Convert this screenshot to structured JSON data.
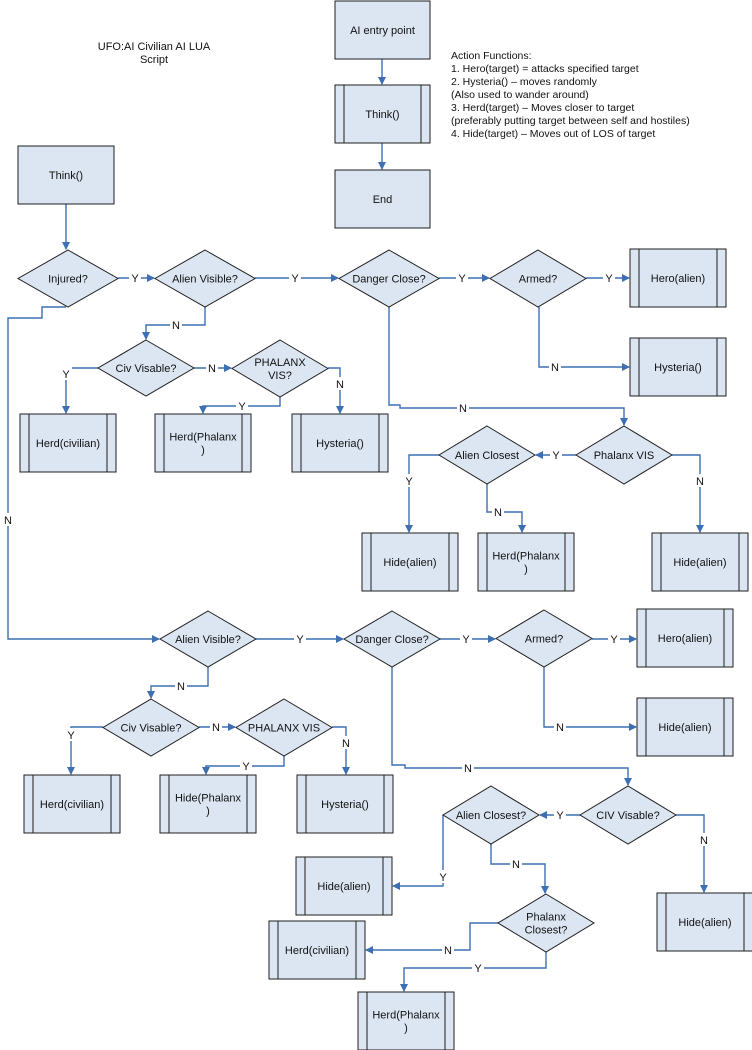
{
  "title": [
    "UFO:AI Civilian AI  LUA",
    "Script"
  ],
  "legend": [
    "Action Functions:",
    "1. Hero(target) = attacks specified target",
    "2. Hysteria() –  moves randomly",
    "(Also used to wander around)",
    "3. Herd(target) – Moves closer to target",
    "(preferably putting target between self and hostiles)",
    "",
    "4. Hide(target) – Moves out of LOS of target"
  ],
  "colors": {
    "fill": "#dce6f2",
    "stroke": "#1f1f1f",
    "arrow": "#3d6fb2"
  },
  "nodes": {
    "entry": {
      "shape": "rect",
      "label": [
        "AI entry point"
      ]
    },
    "think_top": {
      "shape": "process",
      "label": [
        "Think()"
      ]
    },
    "end": {
      "shape": "rect",
      "label": [
        "End"
      ]
    },
    "think_left": {
      "shape": "rect",
      "label": [
        "Think()"
      ]
    },
    "injured": {
      "shape": "diamond",
      "label": [
        "Injured?"
      ]
    },
    "alien_vis_1": {
      "shape": "diamond",
      "label": [
        "Alien Visible?"
      ]
    },
    "danger_1": {
      "shape": "diamond",
      "label": [
        "Danger Close?"
      ]
    },
    "armed_1": {
      "shape": "diamond",
      "label": [
        "Armed?"
      ]
    },
    "hero_1": {
      "shape": "process",
      "label": [
        "Hero(alien)"
      ]
    },
    "hysteria_1": {
      "shape": "process",
      "label": [
        "Hysteria()"
      ]
    },
    "civ_vis_1": {
      "shape": "diamond",
      "label": [
        "Civ Visable?"
      ]
    },
    "phalanx_vis_1": {
      "shape": "diamond",
      "label": [
        "PHALANX",
        "VIS?"
      ]
    },
    "herd_civ_1": {
      "shape": "process",
      "label": [
        "Herd(civilian)"
      ]
    },
    "herd_phalanx_1": {
      "shape": "process",
      "label": [
        "Herd(Phalanx",
        ")"
      ]
    },
    "hysteria_2": {
      "shape": "process",
      "label": [
        "Hysteria()"
      ]
    },
    "phalanx_vis_2": {
      "shape": "diamond",
      "label": [
        "Phalanx  VIS"
      ]
    },
    "alien_closest_1": {
      "shape": "diamond",
      "label": [
        "Alien Closest"
      ]
    },
    "hide_alien_1": {
      "shape": "process",
      "label": [
        "Hide(alien)"
      ]
    },
    "herd_phalanx_2": {
      "shape": "process",
      "label": [
        "Herd(Phalanx",
        ")"
      ]
    },
    "hide_alien_2": {
      "shape": "process",
      "label": [
        "Hide(alien)"
      ]
    },
    "alien_vis_2": {
      "shape": "diamond",
      "label": [
        "Alien Visible?"
      ]
    },
    "danger_2": {
      "shape": "diamond",
      "label": [
        "Danger Close?"
      ]
    },
    "armed_2": {
      "shape": "diamond",
      "label": [
        "Armed?"
      ]
    },
    "hero_2": {
      "shape": "process",
      "label": [
        "Hero(alien)"
      ]
    },
    "hide_alien_3": {
      "shape": "process",
      "label": [
        "Hide(alien)"
      ]
    },
    "civ_vis_2": {
      "shape": "diamond",
      "label": [
        "Civ Visable?"
      ]
    },
    "phalanx_vis_3": {
      "shape": "diamond",
      "label": [
        "PHALANX VIS"
      ]
    },
    "herd_civ_2": {
      "shape": "process",
      "label": [
        "Herd(civilian)"
      ]
    },
    "hide_phalanx": {
      "shape": "process",
      "label": [
        "Hide(Phalanx",
        ")"
      ]
    },
    "hysteria_3": {
      "shape": "process",
      "label": [
        "Hysteria()"
      ]
    },
    "civ_vis_3": {
      "shape": "diamond",
      "label": [
        "CIV  Visable?"
      ]
    },
    "alien_closest_2": {
      "shape": "diamond",
      "label": [
        "Alien Closest?"
      ]
    },
    "hide_alien_4": {
      "shape": "process",
      "label": [
        "Hide(alien)"
      ]
    },
    "hide_alien_5": {
      "shape": "process",
      "label": [
        "Hide(alien)"
      ]
    },
    "phalanx_closest": {
      "shape": "diamond",
      "label": [
        "Phalanx",
        "Closest?"
      ]
    },
    "herd_civ_3": {
      "shape": "process",
      "label": [
        "Herd(civilian)"
      ]
    },
    "herd_phalanx_3": {
      "shape": "process",
      "label": [
        "Herd(Phalanx",
        ")"
      ]
    }
  },
  "edges": [
    {
      "from": "entry",
      "to": "think_top",
      "label": ""
    },
    {
      "from": "think_top",
      "to": "end",
      "label": ""
    },
    {
      "from": "think_left",
      "to": "injured",
      "label": ""
    },
    {
      "from": "injured",
      "to": "alien_vis_1",
      "label": "Y"
    },
    {
      "from": "alien_vis_1",
      "to": "danger_1",
      "label": "Y"
    },
    {
      "from": "danger_1",
      "to": "armed_1",
      "label": "Y"
    },
    {
      "from": "armed_1",
      "to": "hero_1",
      "label": "Y"
    },
    {
      "from": "armed_1",
      "to": "hysteria_1",
      "label": "N"
    },
    {
      "from": "alien_vis_1",
      "to": "civ_vis_1",
      "label": "N"
    },
    {
      "from": "civ_vis_1",
      "to": "herd_civ_1",
      "label": "Y"
    },
    {
      "from": "civ_vis_1",
      "to": "phalanx_vis_1",
      "label": "N"
    },
    {
      "from": "phalanx_vis_1",
      "to": "herd_phalanx_1",
      "label": "Y"
    },
    {
      "from": "phalanx_vis_1",
      "to": "hysteria_2",
      "label": "N"
    },
    {
      "from": "danger_1",
      "to": "phalanx_vis_2",
      "label": "N"
    },
    {
      "from": "phalanx_vis_2",
      "to": "alien_closest_1",
      "label": "Y"
    },
    {
      "from": "phalanx_vis_2",
      "to": "hide_alien_2",
      "label": "N"
    },
    {
      "from": "alien_closest_1",
      "to": "hide_alien_1",
      "label": "Y"
    },
    {
      "from": "alien_closest_1",
      "to": "herd_phalanx_2",
      "label": "N"
    },
    {
      "from": "injured",
      "to": "alien_vis_2",
      "label": "N"
    },
    {
      "from": "alien_vis_2",
      "to": "danger_2",
      "label": "Y"
    },
    {
      "from": "danger_2",
      "to": "armed_2",
      "label": "Y"
    },
    {
      "from": "armed_2",
      "to": "hero_2",
      "label": "Y"
    },
    {
      "from": "armed_2",
      "to": "hide_alien_3",
      "label": "N"
    },
    {
      "from": "alien_vis_2",
      "to": "civ_vis_2",
      "label": "N"
    },
    {
      "from": "civ_vis_2",
      "to": "herd_civ_2",
      "label": "Y"
    },
    {
      "from": "civ_vis_2",
      "to": "phalanx_vis_3",
      "label": "N"
    },
    {
      "from": "phalanx_vis_3",
      "to": "hide_phalanx",
      "label": "Y"
    },
    {
      "from": "phalanx_vis_3",
      "to": "hysteria_3",
      "label": "N"
    },
    {
      "from": "danger_2",
      "to": "civ_vis_3",
      "label": "N"
    },
    {
      "from": "civ_vis_3",
      "to": "alien_closest_2",
      "label": "Y"
    },
    {
      "from": "civ_vis_3",
      "to": "hide_alien_5",
      "label": "N"
    },
    {
      "from": "alien_closest_2",
      "to": "hide_alien_4",
      "label": "Y"
    },
    {
      "from": "alien_closest_2",
      "to": "phalanx_closest",
      "label": "N"
    },
    {
      "from": "phalanx_closest",
      "to": "herd_civ_3",
      "label": "N"
    },
    {
      "from": "phalanx_closest",
      "to": "herd_phalanx_3",
      "label": "Y"
    }
  ]
}
